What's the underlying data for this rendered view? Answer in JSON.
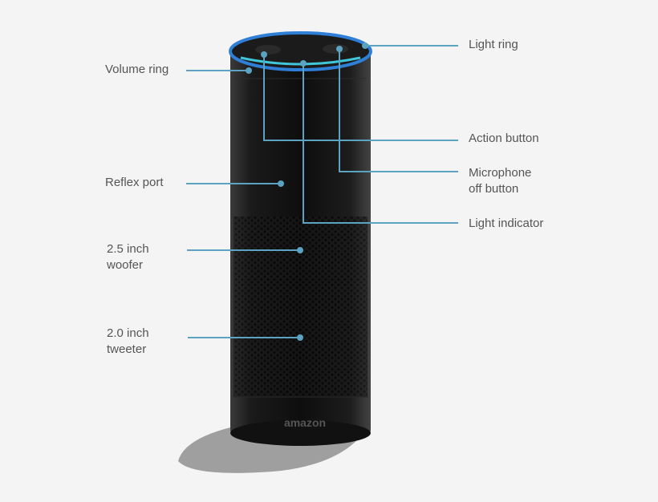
{
  "diagram": {
    "subject": "Amazon Echo speaker",
    "brand_mark": "amazon",
    "accent_color": "#5ba3c0",
    "ring_color": "#2f7fd6",
    "indicator_color": "#3fc6d8",
    "labels": {
      "volume_ring": "Volume ring",
      "reflex_port": "Reflex port",
      "woofer": "2.5 inch\nwoofer",
      "tweeter": "2.0 inch\ntweeter",
      "light_ring": "Light ring",
      "action_button": "Action button",
      "microphone_off": "Microphone\noff button",
      "light_indicator": "Light indicator"
    }
  }
}
